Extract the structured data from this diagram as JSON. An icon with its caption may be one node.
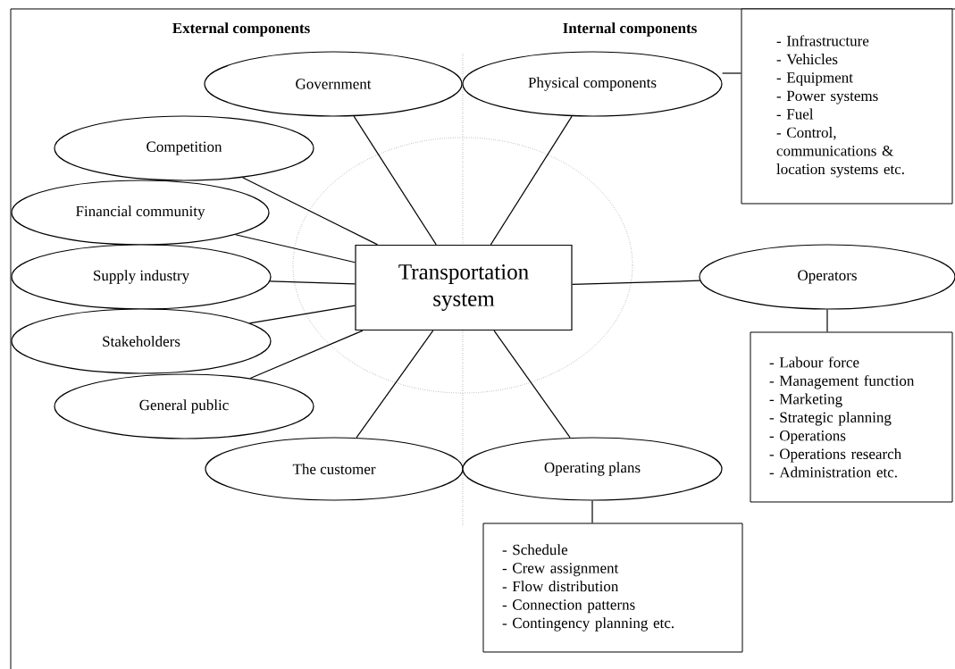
{
  "diagram": {
    "nodes": [
      {
        "text": [
          "Government"
        ]
      },
      {
        "text": [
          "Physical components"
        ]
      },
      {
        "text": [
          "- Infrastructure",
          "- Vehicles",
          "- Equipment",
          "- Power systems",
          "- Fuel",
          "- Control, communications & location systems etc."
        ]
      },
      {
        "text": [
          "Competition"
        ]
      },
      {
        "text": [
          "Financial community"
        ]
      },
      {
        "text": [
          "Supply industry"
        ]
      },
      {
        "text": [
          "Transportation system"
        ]
      },
      {
        "text": [
          "Operators"
        ]
      },
      {
        "text": [
          "Stakeholders"
        ]
      },
      {
        "text": [
          "- Labour force",
          "- Management function",
          "- Marketing",
          "- Strategic planning",
          "- Operations",
          "- Operations research",
          "- Administration etc."
        ]
      },
      {
        "text": [
          "General public"
        ]
      },
      {
        "text": [
          "The customer"
        ]
      },
      {
        "text": [
          "Operating plans"
        ]
      },
      {
        "text": [
          "- Schedule",
          "- Crew assignment",
          "- Flow distribution",
          "- Connection patterns",
          "- Contingency planning etc."
        ]
      }
    ],
    "edges": [
      {
        "from": 0,
        "to": 6,
        "arrow": "none"
      },
      {
        "from": 1,
        "to": 6,
        "arrow": "none"
      },
      {
        "from": 1,
        "to": 2,
        "arrow": "none"
      },
      {
        "from": 3,
        "to": 6,
        "arrow": "none"
      },
      {
        "from": 4,
        "to": 6,
        "arrow": "none"
      },
      {
        "from": 5,
        "to": 6,
        "arrow": "none"
      },
      {
        "from": 8,
        "to": 6,
        "arrow": "none"
      },
      {
        "from": 10,
        "to": 6,
        "arrow": "none"
      },
      {
        "from": 11,
        "to": 6,
        "arrow": "none"
      },
      {
        "from": 12,
        "to": 6,
        "arrow": "none"
      },
      {
        "from": 6,
        "to": 7,
        "arrow": "none"
      },
      {
        "from": 7,
        "to": 9,
        "arrow": "none"
      },
      {
        "from": 12,
        "to": 13,
        "arrow": "none"
      }
    ],
    "labels": [
      "External components",
      "Internal components"
    ]
  }
}
